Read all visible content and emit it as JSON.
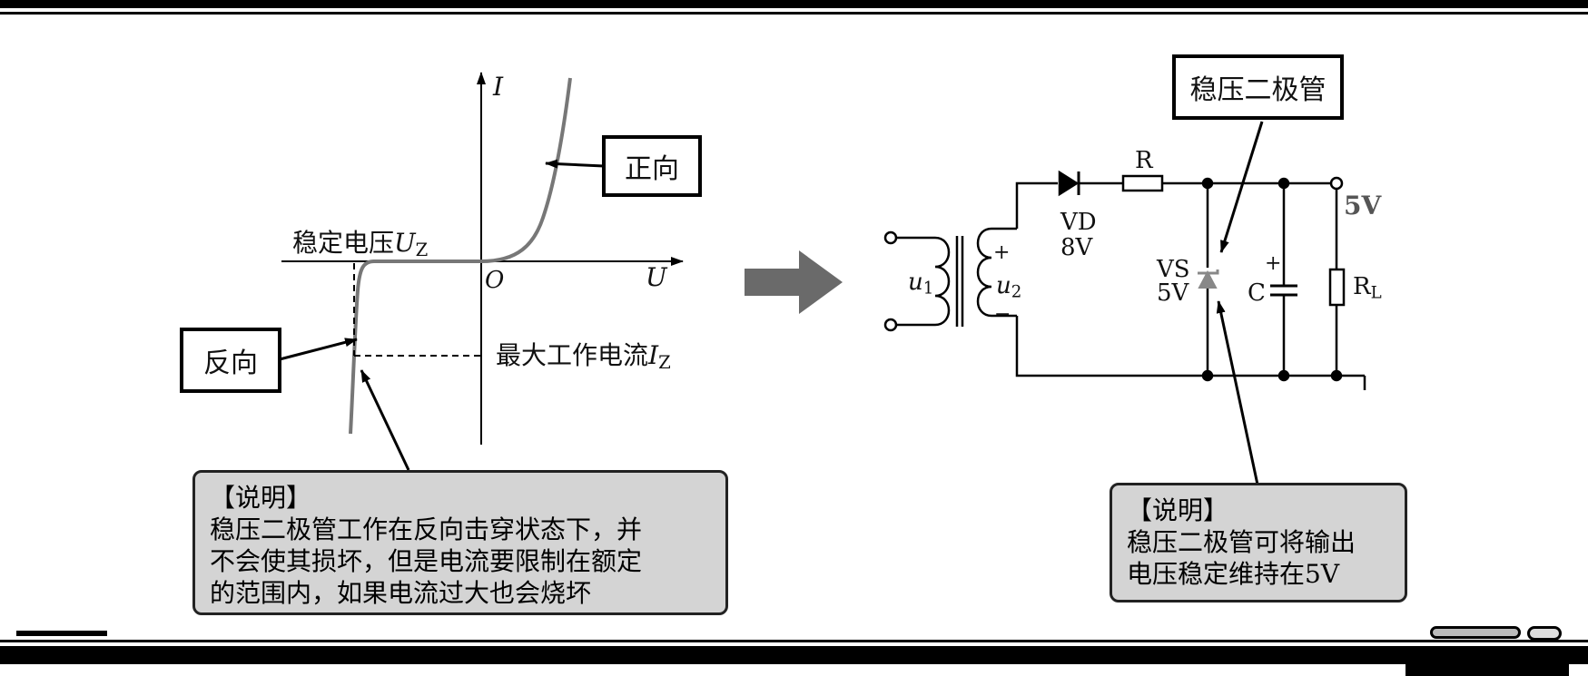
{
  "graph": {
    "axis_i": "I",
    "axis_u": "U",
    "origin": "O",
    "forward_label": "正向",
    "reverse_label": "反向",
    "stable_voltage_prefix": "稳定电压",
    "stable_voltage_symbol": "U",
    "stable_voltage_sub": "Z",
    "max_current_prefix": "最大工作电流",
    "max_current_symbol": "I",
    "max_current_sub": "Z",
    "curve_color": "#777777"
  },
  "left_note": {
    "title": "【说明】",
    "lines": [
      "稳压二极管工作在反向击穿状态下，并",
      "不会使其损坏，但是电流要限制在额定",
      "的范围内，如果电流过大也会烧坏"
    ]
  },
  "circuit": {
    "zener_callout": "稳压二极管",
    "resistor": "R",
    "vd_name": "VD",
    "vd_value": "8V",
    "vs_name": "VS",
    "vs_value": "5V",
    "cap": "C",
    "plus": "+",
    "minus": "−",
    "load_main": "R",
    "load_sub": "L",
    "output": "5V",
    "u1_main": "u",
    "u1_sub": "1",
    "u2_main": "u",
    "u2_sub": "2"
  },
  "right_note": {
    "title": "【说明】",
    "lines": [
      "稳压二极管可将输出",
      "电压稳定维持在5V"
    ]
  },
  "colors": {
    "arrow_fill": "#6a6a6a",
    "note_fill": "#d4d4d4"
  }
}
